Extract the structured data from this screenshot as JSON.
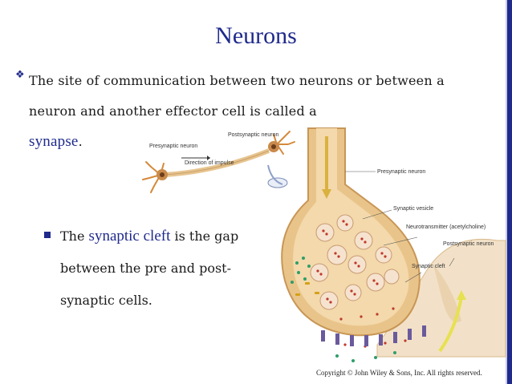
{
  "slide": {
    "title": "Neurons",
    "bullet_main_text": "The site of communication between two neurons or between a neuron and another effector cell is called a",
    "bullet_main_keyword": "synapse",
    "bullet_main_end": ".",
    "sub_bullet_pre": "The",
    "sub_bullet_keyword": "synaptic cleft",
    "sub_bullet_post": "is the gap between the pre and post-synaptic cells."
  },
  "figure": {
    "labels": {
      "presynaptic_neuron_small": "Presynaptic neuron",
      "postsynaptic_neuron_small": "Postsynaptic neuron",
      "direction_of_impulse": "Direction of impulse",
      "presynaptic_neuron": "Presynaptic neuron",
      "synaptic_vesicle": "Synaptic vesicle",
      "neurotransmitter": "Neurotransmitter (acetylcholine)",
      "postsynaptic_neuron": "Postsynaptic neuron",
      "synaptic_cleft": "Synaptic cleft"
    },
    "copyright": "Copyright © John Wiley & Sons, Inc. All rights reserved."
  },
  "colors": {
    "accent": "#1f2a8c",
    "neuron_tan": "#e7c48f",
    "vesicle": "#f3dcc3",
    "neurotransmitter": "#c0392b",
    "receptor": "#6a5a9c"
  }
}
